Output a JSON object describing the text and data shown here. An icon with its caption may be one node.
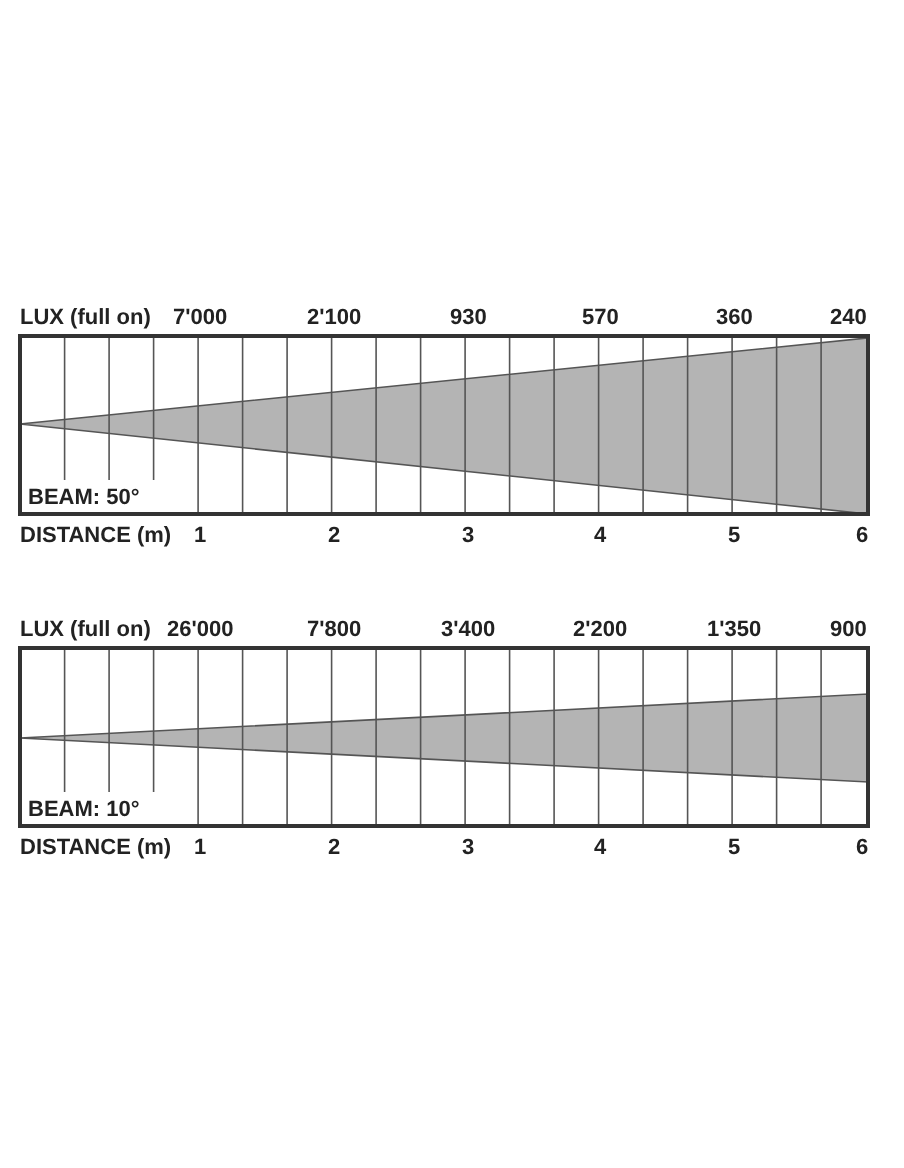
{
  "diagram": {
    "labels": [
      "LUX (full on)",
      "7'000",
      "2'100",
      "930",
      "570",
      "360",
      "240",
      "BEAM: 50°",
      "DISTANCE (m)",
      "1",
      "2",
      "3",
      "4",
      "5",
      "6",
      "LUX (full on)",
      "26'000",
      "7'800",
      "3'400",
      "2'200",
      "1'350",
      "900",
      "BEAM: 10°",
      "DISTANCE (m)",
      "1",
      "2",
      "3",
      "4",
      "5",
      "6"
    ]
  }
}
